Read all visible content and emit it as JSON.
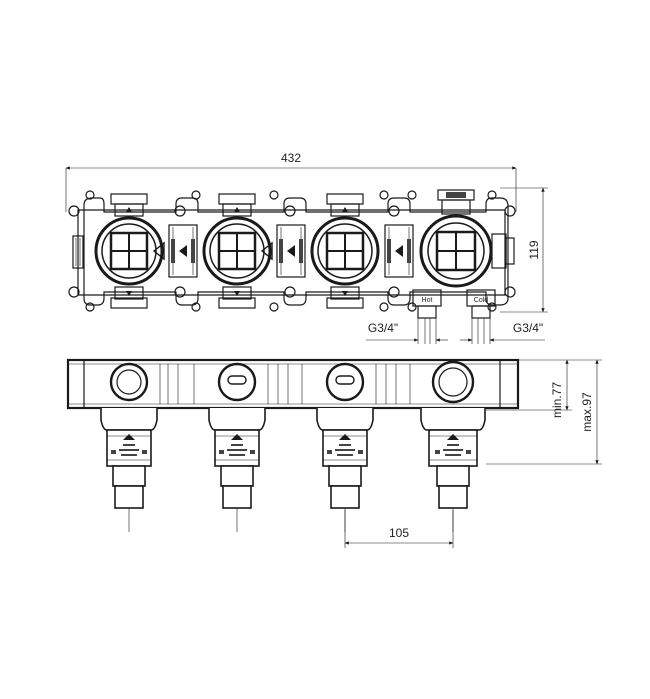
{
  "dimensions": {
    "overall_width": "432",
    "height": "119",
    "thread_hot": "G3/4\"",
    "thread_cold": "G3/4\"",
    "min_depth": "min.77",
    "max_depth": "max.97",
    "spacing": "105"
  },
  "ports": {
    "hot": "Hot",
    "cold": "Cold"
  },
  "modules": {
    "count": 4
  }
}
